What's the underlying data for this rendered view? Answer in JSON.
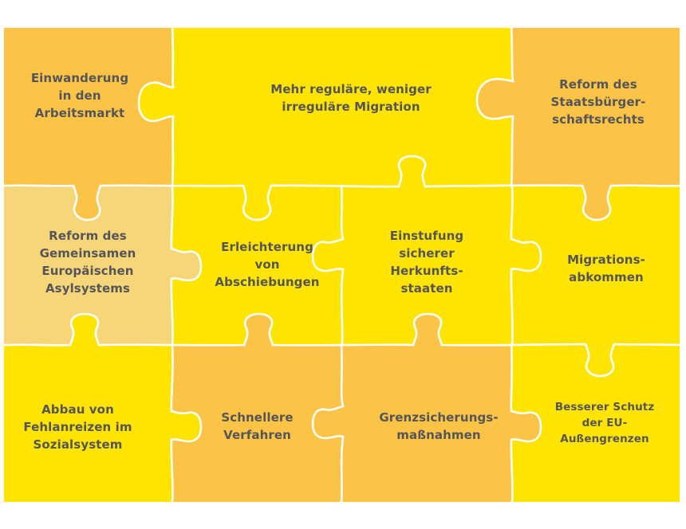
{
  "colors": {
    "orange": "#FBC447",
    "yellow": "#FFE400",
    "light_orange": "#F7D679",
    "text": "#555559",
    "seam": "#FFFFFF"
  },
  "pieces": [
    {
      "id": "einwanderung",
      "label": "Einwanderung\nin den\nArbeitsmarkt",
      "color": "orange",
      "row": 0,
      "col": 0
    },
    {
      "id": "mehr-regulaere",
      "label": "Mehr reguläre, weniger\nirreguläre Migration",
      "color": "yellow",
      "row": 0,
      "col": "1-2"
    },
    {
      "id": "staatsbuergerschaft",
      "label": "Reform des\nStaatsbürger-\nschaftsrechts",
      "color": "orange",
      "row": 0,
      "col": 3
    },
    {
      "id": "geas",
      "label": "Reform des\nGemeinsamen\nEuropäischen\nAsylsystems",
      "color": "light_orange",
      "row": 1,
      "col": 0
    },
    {
      "id": "abschiebungen",
      "label": "Erleichterung\nvon\nAbschiebungen",
      "color": "yellow",
      "row": 1,
      "col": 1
    },
    {
      "id": "herkunftsstaaten",
      "label": "Einstufung\nsicherer\nHerkunfts-\nstaaten",
      "color": "yellow",
      "row": 1,
      "col": 2
    },
    {
      "id": "migrationsabkommen",
      "label": "Migrations-\nabkommen",
      "color": "yellow",
      "row": 1,
      "col": 3
    },
    {
      "id": "fehlanreize",
      "label": "Abbau von\nFehlanreizen im\nSozialsystem",
      "color": "yellow",
      "row": 2,
      "col": 0
    },
    {
      "id": "verfahren",
      "label": "Schnellere\nVerfahren",
      "color": "orange",
      "row": 2,
      "col": 1
    },
    {
      "id": "grenzsicherung",
      "label": "Grenzsicherungs-\nmaßnahmen",
      "color": "orange",
      "row": 2,
      "col": 2
    },
    {
      "id": "aussengrenzen",
      "label": "Besserer Schutz\nder EU-\nAußengrenzen",
      "color": "yellow",
      "row": 2,
      "col": 3
    }
  ]
}
